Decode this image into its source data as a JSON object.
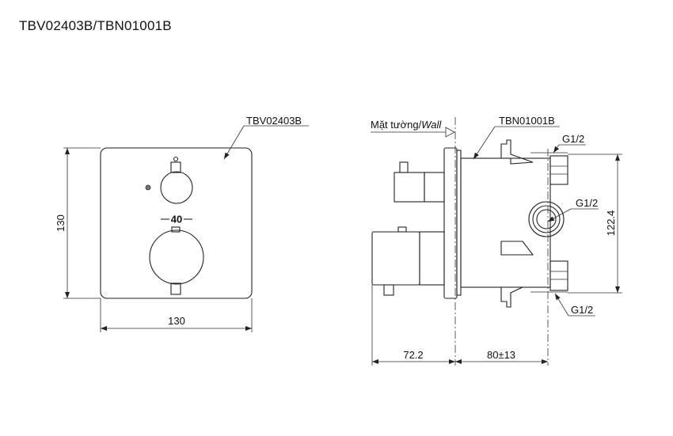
{
  "title": "TBV02403B/TBN01001B",
  "front_view": {
    "part_label": "TBV02403B",
    "width_dim": "130",
    "height_dim": "130",
    "temperature_mark": "40"
  },
  "side_view": {
    "wall_label": "Mặt tường/",
    "wall_label_italic": "Wall",
    "part_label": "TBN01001B",
    "port_top": "G1/2",
    "port_middle": "G1/2",
    "port_bottom": "G1/2",
    "height_dim": "122.4",
    "depth_front_dim": "72.2",
    "depth_rear_dim": "80±13"
  }
}
